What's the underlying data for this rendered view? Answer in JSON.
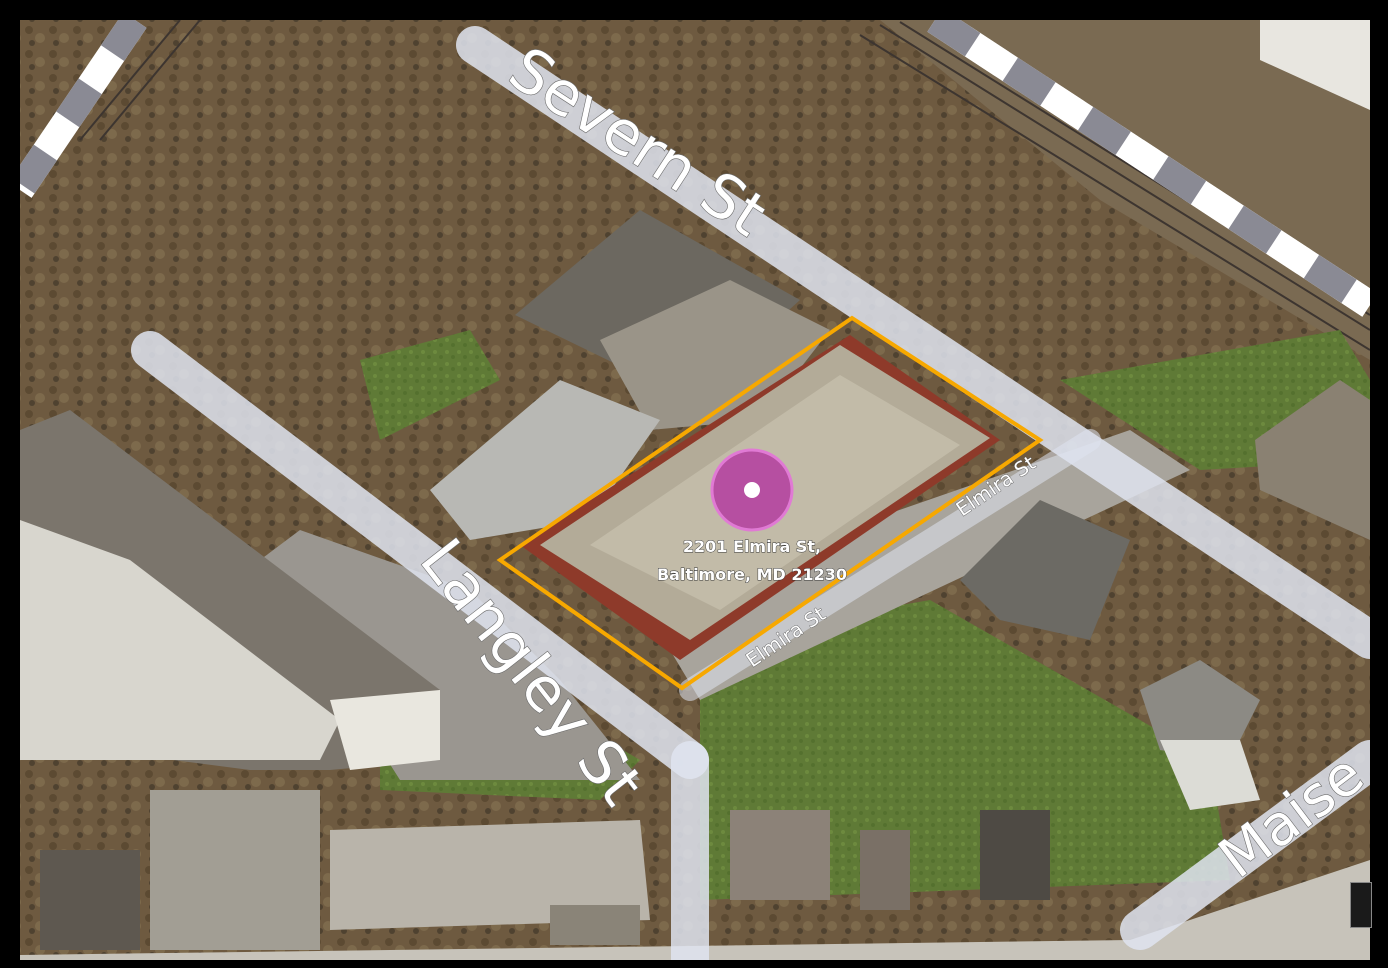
{
  "map": {
    "address_line1": "2201 Elmira St,",
    "address_line2": "Baltimore, MD 21230",
    "streets": {
      "severn": "Severn St",
      "langley": "Langley St",
      "elmira_upper": "Elmira St",
      "elmira_lower": "Elmira St",
      "maiser": "Maise"
    },
    "colors": {
      "parcel_outline": "#f7a800",
      "marker_fill": "#b43ca0",
      "marker_center": "#ffffff",
      "road_overlay": "#dfe4f0",
      "rail_stripe_dark": "#8a8a94",
      "rail_stripe_light": "#ffffff"
    },
    "icons": {
      "marker": "location-pin-icon"
    }
  }
}
